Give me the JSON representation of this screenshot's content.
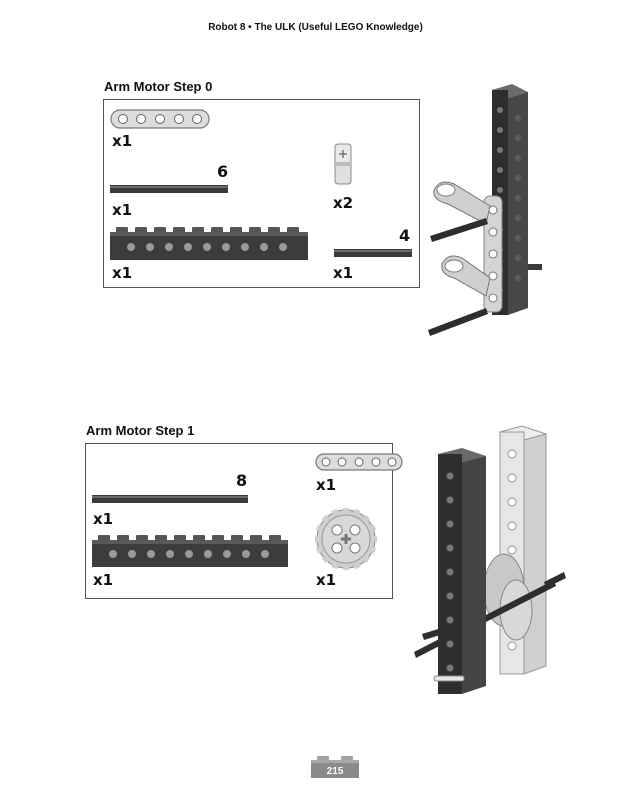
{
  "header": {
    "text": "Robot 8 • The ULK (Useful LEGO Knowledge)"
  },
  "steps": [
    {
      "title": "Arm Motor Step 0",
      "parts": [
        {
          "icon": "liftarm-5-icon",
          "qty": "x1"
        },
        {
          "icon": "axle-6-icon",
          "length": "6",
          "qty": "x1"
        },
        {
          "icon": "axle-pin-icon",
          "qty": "x2"
        },
        {
          "icon": "technic-brick-10-icon",
          "qty": "x1"
        },
        {
          "icon": "axle-4-icon",
          "length": "4",
          "qty": "x1"
        }
      ]
    },
    {
      "title": "Arm Motor Step 1",
      "parts": [
        {
          "icon": "axle-8-icon",
          "length": "8",
          "qty": "x1"
        },
        {
          "icon": "liftarm-5-icon",
          "qty": "x1"
        },
        {
          "icon": "technic-brick-10-icon",
          "qty": "x1"
        },
        {
          "icon": "gear-24-tooth-icon",
          "qty": "x1"
        }
      ]
    }
  ],
  "footer": {
    "page_number": "215"
  },
  "colors": {
    "dark_part": "#3a3a3a",
    "light_part": "#d6d6d6",
    "badge": "#8a8a8a"
  }
}
